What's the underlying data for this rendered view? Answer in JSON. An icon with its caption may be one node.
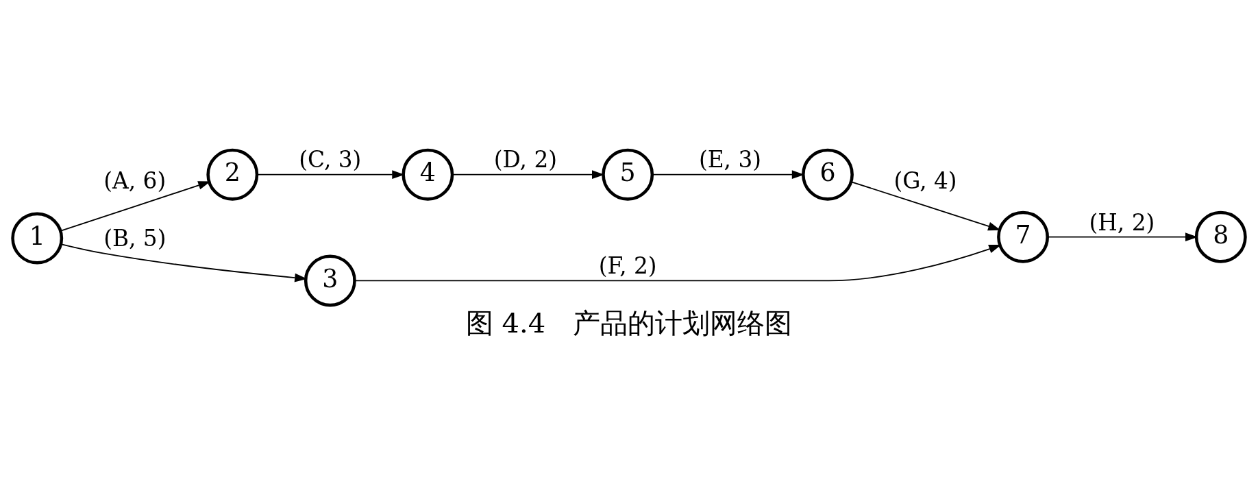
{
  "diagram": {
    "caption": "图 4.4　产品的计划网络图",
    "nodes": [
      {
        "text": [
          "1"
        ]
      },
      {
        "text": [
          "2"
        ]
      },
      {
        "text": [
          "3"
        ]
      },
      {
        "text": [
          "4"
        ]
      },
      {
        "text": [
          "5"
        ]
      },
      {
        "text": [
          "6"
        ]
      },
      {
        "text": [
          "7"
        ]
      },
      {
        "text": [
          "8"
        ]
      }
    ],
    "edges": [
      {
        "from": 0,
        "to": 1,
        "arrow": "to",
        "label": "(A, 6)"
      },
      {
        "from": 0,
        "to": 2,
        "arrow": "to",
        "label": "(B, 5)"
      },
      {
        "from": 1,
        "to": 3,
        "arrow": "to",
        "label": "(C, 3)"
      },
      {
        "from": 3,
        "to": 4,
        "arrow": "to",
        "label": "(D, 2)"
      },
      {
        "from": 4,
        "to": 5,
        "arrow": "to",
        "label": "(E, 3)"
      },
      {
        "from": 2,
        "to": 6,
        "arrow": "to",
        "label": "(F, 2)"
      },
      {
        "from": 5,
        "to": 6,
        "arrow": "to",
        "label": "(G, 4)"
      },
      {
        "from": 6,
        "to": 7,
        "arrow": "to",
        "label": "(H, 2)"
      }
    ]
  }
}
